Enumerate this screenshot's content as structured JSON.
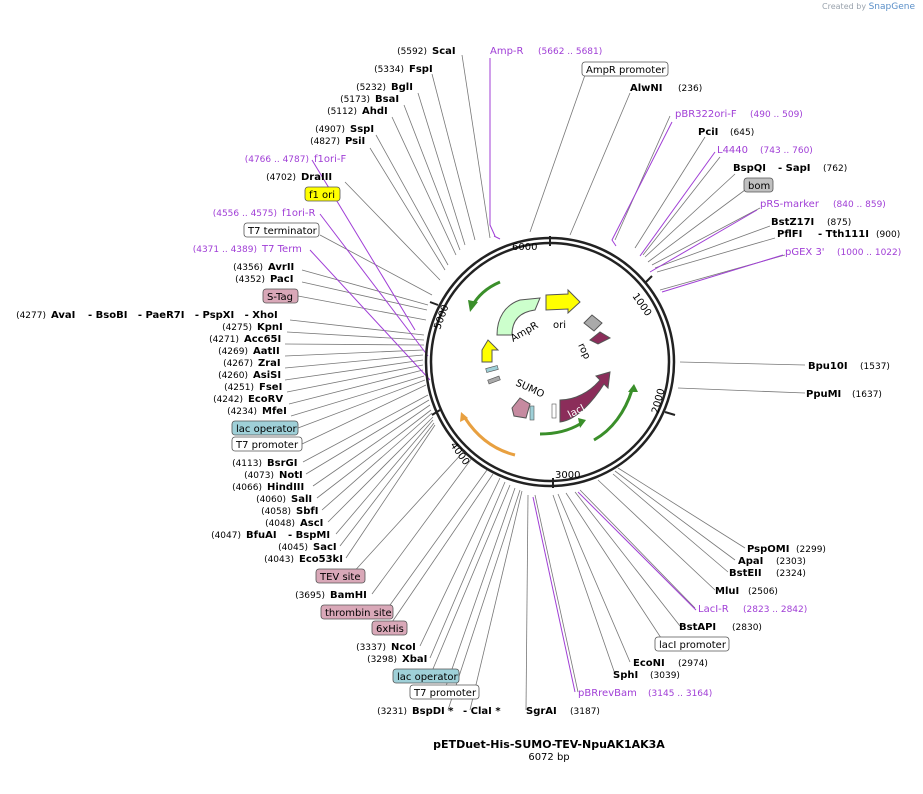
{
  "credit": {
    "prefix": "Created by",
    "brand": "SnapGene"
  },
  "plasmid": {
    "name": "pETDuet-His-SUMO-TEV-NpuAK1AK3A",
    "length_label": "6072 bp"
  },
  "ticks": [
    "1000",
    "2000",
    "3000",
    "4000",
    "5000",
    "6000"
  ],
  "features_on_map": [
    "AmpR",
    "ori",
    "rop",
    "lacI",
    "SUMO"
  ],
  "right_labels": [
    {
      "name": "AmpR promoter",
      "style": "box-white"
    },
    {
      "name": "AlwNI",
      "pos": "(236)"
    },
    {
      "name": "pBR322ori-F",
      "pos": "(490 .. 509)",
      "style": "primer"
    },
    {
      "name": "PciI",
      "pos": "(645)"
    },
    {
      "name": "L4440",
      "pos": "(743 .. 760)",
      "style": "primer"
    },
    {
      "name": "BspQI",
      "extra": "- SapI",
      "pos": "(762)"
    },
    {
      "name": "bom",
      "style": "box-gray"
    },
    {
      "name": "pRS-marker",
      "pos": "(840 .. 859)",
      "style": "primer"
    },
    {
      "name": "BstZ17I",
      "pos": "(875)"
    },
    {
      "name": "PflFI",
      "extra": "- Tth111I",
      "pos": "(900)"
    },
    {
      "name": "pGEX 3'",
      "pos": "(1000 .. 1022)",
      "style": "primer"
    },
    {
      "name": "Bpu10I",
      "pos": "(1537)"
    },
    {
      "name": "PpuMI",
      "pos": "(1637)"
    },
    {
      "name": "PspOMI",
      "pos": "(2299)"
    },
    {
      "name": "ApaI",
      "pos": "(2303)"
    },
    {
      "name": "BstEII",
      "pos": "(2324)"
    },
    {
      "name": "MluI",
      "pos": "(2506)"
    },
    {
      "name": "LacI-R",
      "pos": "(2823 .. 2842)",
      "style": "primer"
    },
    {
      "name": "BstAPI",
      "pos": "(2830)"
    },
    {
      "name": "lacI promoter",
      "style": "box-white"
    },
    {
      "name": "EcoNI",
      "pos": "(2974)"
    },
    {
      "name": "SphI",
      "pos": "(3039)"
    },
    {
      "name": "pBRrevBam",
      "pos": "(3145 .. 3164)",
      "style": "primer"
    },
    {
      "name": "SgrAI",
      "pos": "(3187)"
    }
  ],
  "left_labels": [
    {
      "pos": "(5592)",
      "name": "ScaI"
    },
    {
      "name": "Amp-R",
      "pos": "(5662 .. 5681)",
      "style": "primer"
    },
    {
      "pos": "(5334)",
      "name": "FspI"
    },
    {
      "pos": "(5232)",
      "name": "BglI"
    },
    {
      "pos": "(5173)",
      "name": "BsaI"
    },
    {
      "pos": "(5112)",
      "name": "AhdI"
    },
    {
      "pos": "(4907)",
      "name": "SspI"
    },
    {
      "pos": "(4827)",
      "name": "PsiI"
    },
    {
      "pos": "(4766 .. 4787)",
      "name": "f1ori-F",
      "style": "primer"
    },
    {
      "pos": "(4702)",
      "name": "DraIII"
    },
    {
      "name": "f1 ori",
      "style": "box-yellow"
    },
    {
      "pos": "(4556 .. 4575)",
      "name": "f1ori-R",
      "style": "primer"
    },
    {
      "name": "T7 terminator",
      "style": "box-white"
    },
    {
      "pos": "(4371 .. 4389)",
      "name": "T7 Term",
      "style": "primer"
    },
    {
      "pos": "(4356)",
      "name": "AvrII"
    },
    {
      "pos": "(4352)",
      "name": "PacI"
    },
    {
      "name": "S-Tag",
      "style": "box-pink"
    },
    {
      "pos": "(4277)",
      "name": "AvaI",
      "extra": "- BsoBI   - PaeR7I   - PspXI   - XhoI"
    },
    {
      "pos": "(4275)",
      "name": "KpnI"
    },
    {
      "pos": "(4271)",
      "name": "Acc65I"
    },
    {
      "pos": "(4269)",
      "name": "AatII"
    },
    {
      "pos": "(4267)",
      "name": "ZraI"
    },
    {
      "pos": "(4260)",
      "name": "AsiSI"
    },
    {
      "pos": "(4251)",
      "name": "FseI"
    },
    {
      "pos": "(4242)",
      "name": "EcoRV"
    },
    {
      "pos": "(4234)",
      "name": "MfeI"
    },
    {
      "name": "lac operator",
      "style": "box-teal"
    },
    {
      "name": "T7 promoter",
      "style": "box-white"
    },
    {
      "pos": "(4113)",
      "name": "BsrGI"
    },
    {
      "pos": "(4073)",
      "name": "NotI"
    },
    {
      "pos": "(4066)",
      "name": "HindIII"
    },
    {
      "pos": "(4060)",
      "name": "SalI"
    },
    {
      "pos": "(4058)",
      "name": "SbfI"
    },
    {
      "pos": "(4048)",
      "name": "AscI"
    },
    {
      "pos": "(4047)",
      "name": "BfuAI",
      "extra": "- BspMI"
    },
    {
      "pos": "(4045)",
      "name": "SacI"
    },
    {
      "pos": "(4043)",
      "name": "Eco53kI"
    },
    {
      "name": "TEV site",
      "style": "box-pink"
    },
    {
      "pos": "(3695)",
      "name": "BamHI"
    },
    {
      "name": "thrombin site",
      "style": "box-pink"
    },
    {
      "name": "6xHis",
      "style": "box-pink"
    },
    {
      "pos": "(3337)",
      "name": "NcoI"
    },
    {
      "pos": "(3298)",
      "name": "XbaI"
    },
    {
      "name": "lac operator",
      "style": "box-teal"
    },
    {
      "name": "T7 promoter",
      "style": "box-white"
    },
    {
      "pos": "(3231)",
      "name": "BspDI *",
      "extra": "- ClaI *"
    }
  ],
  "colors": {
    "primer": "#a03ed6",
    "yellow": "#ffff00",
    "pink": "#d9a8b8",
    "teal": "#9fd0d8",
    "gray": "#c0c0c0",
    "lacI": "#8b2d5a",
    "ampR": "#ccffcc",
    "ori": "#ffff00",
    "sumo": "#c68aa0",
    "arrow_green": "#3a8f2a",
    "arrow_orange": "#e8a040",
    "backbone": "#333333"
  }
}
